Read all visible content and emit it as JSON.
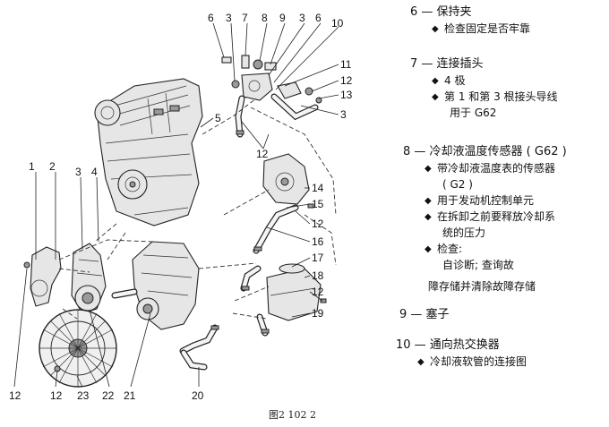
{
  "callouts": [
    "1",
    "2",
    "3",
    "4",
    "6",
    "3",
    "7",
    "8",
    "9",
    "3",
    "6",
    "10",
    "11",
    "12",
    "13",
    "3",
    "5",
    "12",
    "14",
    "15",
    "12",
    "16",
    "17",
    "18",
    "12",
    "19",
    "12",
    "12",
    "23",
    "22",
    "21",
    "20"
  ],
  "caption": "图2 102 2",
  "legend": {
    "e6": {
      "title": "6 — 保持夹",
      "items": [
        "检查固定是否牢靠"
      ]
    },
    "e7": {
      "title": "7 — 连接插头",
      "items": [
        "4 极",
        "第 1 和第 3 根接头导线"
      ],
      "cont": "用于 G62"
    },
    "e8": {
      "title": "8 — 冷却液温度传感器 ( G62 )",
      "item1": "带冷却液温度表的传感器",
      "item1b": "( G2 )",
      "item2": "用于发动机控制单元",
      "item3": "在拆卸之前要释放冷却系",
      "item3b": "统的压力",
      "item4": "检查:",
      "item4b": "自诊断;  查询故",
      "item4c": "障存储并清除故障存储"
    },
    "e9": {
      "title": "9 — 塞子"
    },
    "e10": {
      "title": "10 — 通向热交换器",
      "items": [
        "冷却液软管的连接图"
      ]
    }
  }
}
